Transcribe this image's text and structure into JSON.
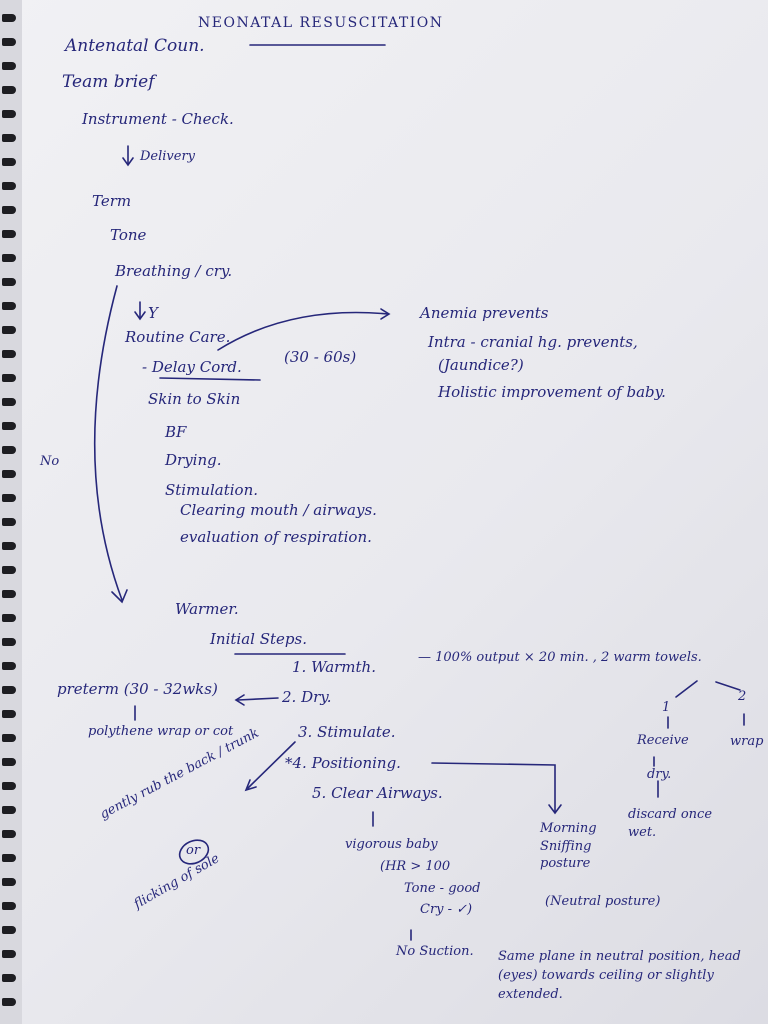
{
  "title": "NEONATAL RESUSCITATION",
  "prep": [
    "Antenatal Coun.",
    "Team brief",
    "Instrument - Check."
  ],
  "delivery": "Delivery",
  "assessment": [
    "Term",
    "Tone",
    "Breathing / cry."
  ],
  "yes_label": "Y",
  "no_label": "No",
  "routine_care": {
    "heading": "Routine Care.",
    "delay_cord": "- Delay Cord.",
    "delay_time": "(30 - 60s)",
    "items": [
      "Skin to Skin",
      "BF",
      "Drying.",
      "Stimulation.",
      "Clearing mouth / airways.",
      "evaluation of respiration."
    ]
  },
  "benefits": [
    "Anemia prevents",
    "Intra - cranial hg. prevents,",
    "(Jaundice?)",
    "Holistic improvement of baby."
  ],
  "warmer": "Warmer.",
  "initial_steps": {
    "heading": "Initial Steps.",
    "steps": [
      "1. Warmth.",
      "2. Dry.",
      "3. Stimulate.",
      "*4. Positioning.",
      "5. Clear Airways."
    ],
    "warmth_note": "— 100% output × 20 min. , 2 warm towels.",
    "towel_numbers": [
      "1",
      "2"
    ],
    "towel_branch_1": [
      "Receive",
      "dry.",
      "discard once wet."
    ],
    "towel_branch_2": "wrap"
  },
  "preterm": {
    "label": "preterm (30 - 32wks)",
    "action": "polythene wrap or cot"
  },
  "stimulate_notes": [
    "gently rub the back / trunk",
    "or",
    "flicking of sole"
  ],
  "clear_airways_notes": [
    "vigorous baby",
    "(HR > 100",
    "Tone - good",
    "Cry - ✓)",
    "No Suction."
  ],
  "positioning_notes": [
    "Morning Sniffing posture",
    "(Neutral posture)",
    "Same plane in neutral position, head (eyes) towards ceiling or slightly extended."
  ]
}
